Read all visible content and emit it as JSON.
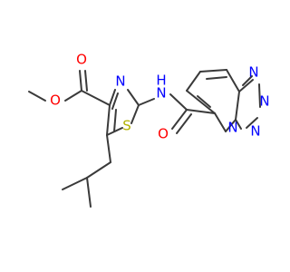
{
  "structure": {
    "type": "chemical-structure",
    "atoms": [
      {
        "id": "O1",
        "label": "O",
        "color": "#ff0000"
      },
      {
        "id": "O2",
        "label": "O",
        "color": "#ff0000"
      },
      {
        "id": "N1",
        "label": "N",
        "color": "#0000ff"
      },
      {
        "id": "S1",
        "label": "S",
        "color": "#b2b200"
      },
      {
        "id": "NH1",
        "label": "N",
        "color": "#0000ff"
      },
      {
        "id": "H1",
        "label": "H",
        "color": "#0000ff"
      },
      {
        "id": "O3",
        "label": "O",
        "color": "#ff0000"
      },
      {
        "id": "N2",
        "label": "N",
        "color": "#0000ff"
      },
      {
        "id": "N3",
        "label": "N",
        "color": "#0000ff"
      },
      {
        "id": "N4",
        "label": "N",
        "color": "#0000ff"
      },
      {
        "id": "N5",
        "label": "N",
        "color": "#0000ff"
      }
    ],
    "bond_color": "#3a3a3a"
  }
}
